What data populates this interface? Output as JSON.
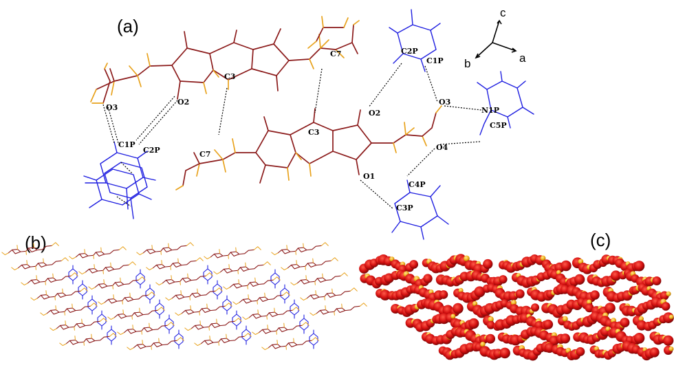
{
  "panels": {
    "a": {
      "letter": "(a)"
    },
    "b": {
      "letter": "(b)"
    },
    "c": {
      "letter": "(c)"
    }
  },
  "axes": {
    "c": "c",
    "b": "b",
    "a": "a"
  },
  "atom_labels": {
    "c3_top": "C3",
    "c7_top": "C7",
    "o2_left": "O2",
    "o3_left": "O3",
    "c1p_left": "C1P",
    "c2p_left": "C2P",
    "c7_left": "C7",
    "c3_mid": "C3",
    "o2_mid": "O2",
    "o1_mid": "O1",
    "c2p_right": "C2P",
    "c1p_right": "C1P",
    "o3_right": "O3",
    "n1p_right": "N1P",
    "c5p_right": "C5P",
    "o4_right": "O4",
    "c4p_right": "C4P",
    "c3p_right": "C3P"
  },
  "colors": {
    "host": "#8b1a1a",
    "hydrogen": "#e8a21c",
    "pyridine": "#1f1fe0",
    "space_fill_oxygen": "#d41010",
    "space_fill_carbon": "#f2b21a"
  }
}
